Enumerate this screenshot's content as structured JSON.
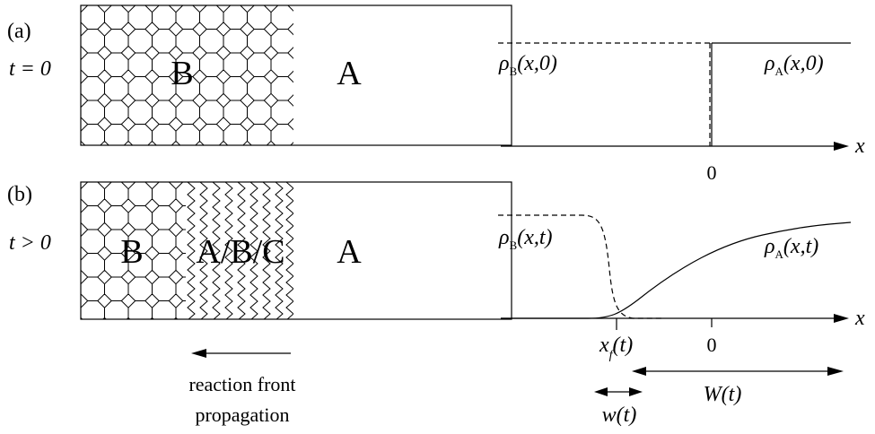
{
  "panel_a": {
    "label": "(a)",
    "time": "t = 0",
    "region_left": "B",
    "region_right": "A",
    "plot": {
      "rho_b": "ρ",
      "rho_b_sub": "B",
      "rho_b_args": "(x,0)",
      "rho_a": "ρ",
      "rho_a_sub": "A",
      "rho_a_args": "(x,0)",
      "x_axis": "x",
      "origin": "0"
    }
  },
  "panel_b": {
    "label": "(b)",
    "time": "t > 0",
    "region_left": "B",
    "region_middle": "A/B/C",
    "region_right": "A",
    "plot": {
      "rho_b": "ρ",
      "rho_b_sub": "B",
      "rho_b_args": "(x,t)",
      "rho_a": "ρ",
      "rho_a_sub": "A",
      "rho_a_args": "(x,t)",
      "x_axis": "x",
      "origin": "0",
      "front": "x",
      "front_sub": "f",
      "front_args": "(t)",
      "width_small": "w(t)",
      "width_large": "W(t)"
    }
  },
  "caption": {
    "line1": "reaction front",
    "line2": "propagation"
  },
  "colors": {
    "line": "#000000",
    "background": "#ffffff"
  }
}
